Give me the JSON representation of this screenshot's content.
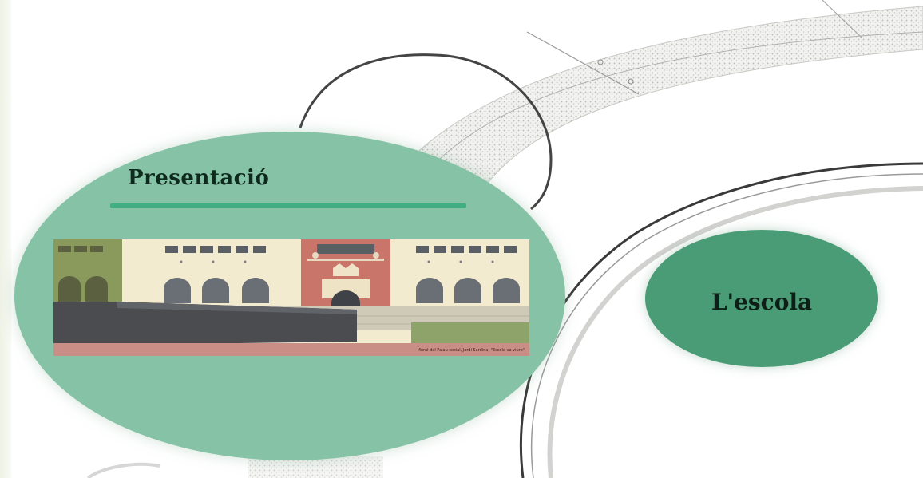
{
  "slide": {
    "title": "Presentació",
    "banner_credit": "Mural del Palau social, Jordi Sardina, \"Escola va viure\"",
    "escola_label": "L'escola"
  },
  "colors": {
    "main_oval": "#86c3a6",
    "escola_oval": "#4a9c76",
    "underline": "#3fae82",
    "title_text": "#0e2a1e"
  }
}
